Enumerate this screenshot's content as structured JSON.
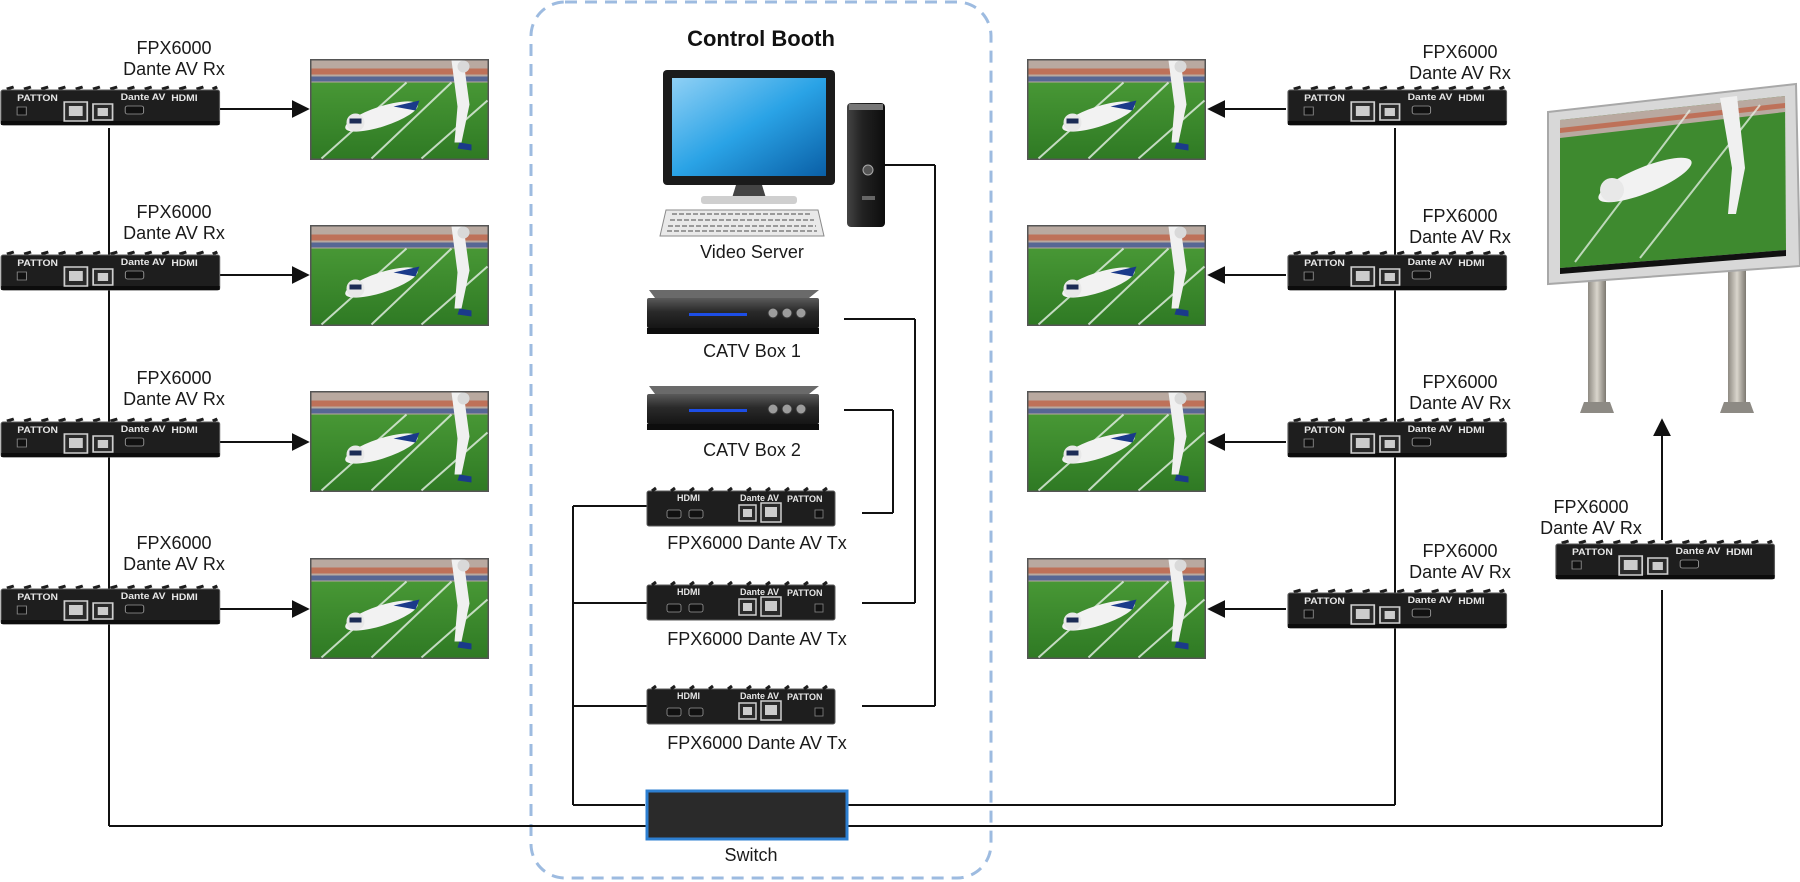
{
  "booth": {
    "title": "Control Booth"
  },
  "video_server": {
    "label": "Video Server"
  },
  "catv_boxes": [
    {
      "label": "CATV Box 1"
    },
    {
      "label": "CATV Box 2"
    }
  ],
  "transmitters": [
    {
      "label": "FPX6000 Dante AV Tx"
    },
    {
      "label": "FPX6000 Dante AV Tx"
    },
    {
      "label": "FPX6000 Dante AV Tx"
    }
  ],
  "switch": {
    "label": "Switch"
  },
  "left_receivers": [
    {
      "line1": "FPX6000",
      "line2": "Dante AV Rx"
    },
    {
      "line1": "FPX6000",
      "line2": "Dante AV Rx"
    },
    {
      "line1": "FPX6000",
      "line2": "Dante AV Rx"
    },
    {
      "line1": "FPX6000",
      "line2": "Dante AV Rx"
    }
  ],
  "right_receivers": [
    {
      "line1": "FPX6000",
      "line2": "Dante AV Rx"
    },
    {
      "line1": "FPX6000",
      "line2": "Dante AV Rx"
    },
    {
      "line1": "FPX6000",
      "line2": "Dante AV Rx"
    },
    {
      "line1": "FPX6000",
      "line2": "Dante AV Rx"
    }
  ],
  "billboard_receiver": {
    "line1": "FPX6000",
    "line2": "Dante AV Rx"
  },
  "colors": {
    "booth_border": "#9dbbe0",
    "grass": "#3e8a2f",
    "device_body": "#1e1e1e",
    "switch_border": "#2d7fd1"
  }
}
